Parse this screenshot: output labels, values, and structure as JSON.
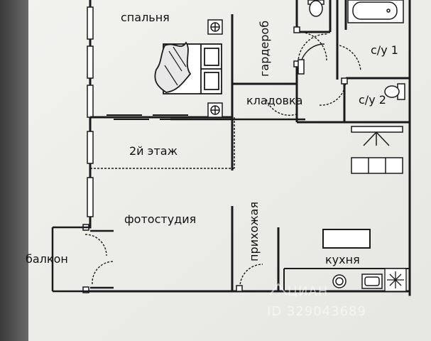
{
  "rooms": {
    "bedroom": "спальня",
    "wardrobe": "гардероб",
    "bathroom1": "с/у 1",
    "bathroom2": "с/у 2",
    "storage": "кладовка",
    "second_floor": "2й этаж",
    "hallway": "прихожая",
    "photo_studio": "фотостудия",
    "balcony": "балкон",
    "kitchen": "кухня"
  },
  "watermark": {
    "brand": "ЦИАН",
    "listing_id": "ID 329043689"
  },
  "colors": {
    "paper": "#f4f4f1",
    "wall": "#1a1a1a",
    "outside": "#4a4a4a"
  }
}
